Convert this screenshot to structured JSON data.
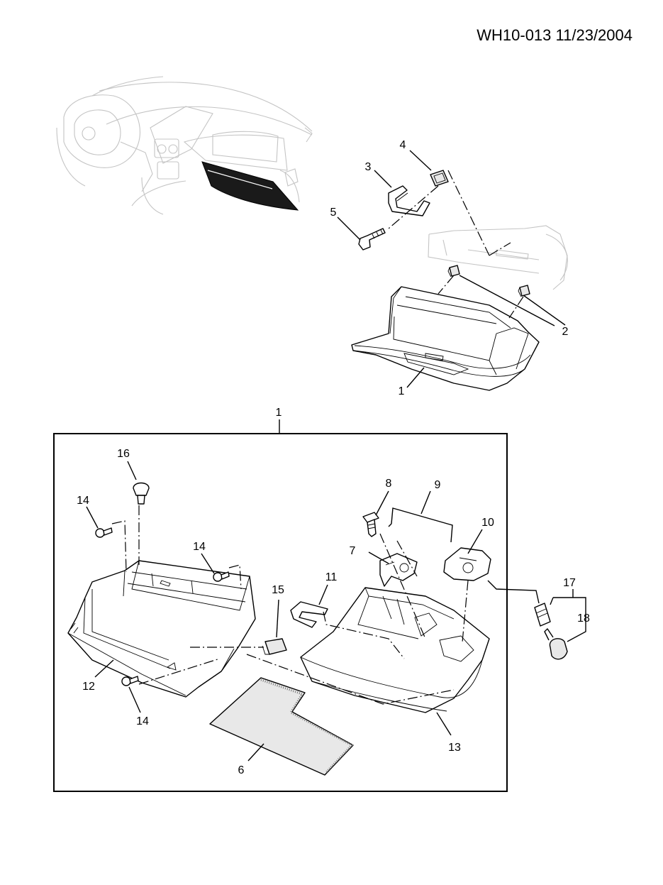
{
  "header": {
    "doc_id": "WH10-013 11/23/2004"
  },
  "callouts": {
    "c1a": "1",
    "c1b": "1",
    "c2": "2",
    "c3": "3",
    "c4": "4",
    "c5": "5",
    "c6": "6",
    "c7": "7",
    "c8": "8",
    "c9": "9",
    "c10": "10",
    "c11": "11",
    "c12": "12",
    "c13": "13",
    "c14a": "14",
    "c14b": "14",
    "c14c": "14",
    "c15": "15",
    "c16": "16",
    "c17": "17",
    "c18": "18"
  }
}
